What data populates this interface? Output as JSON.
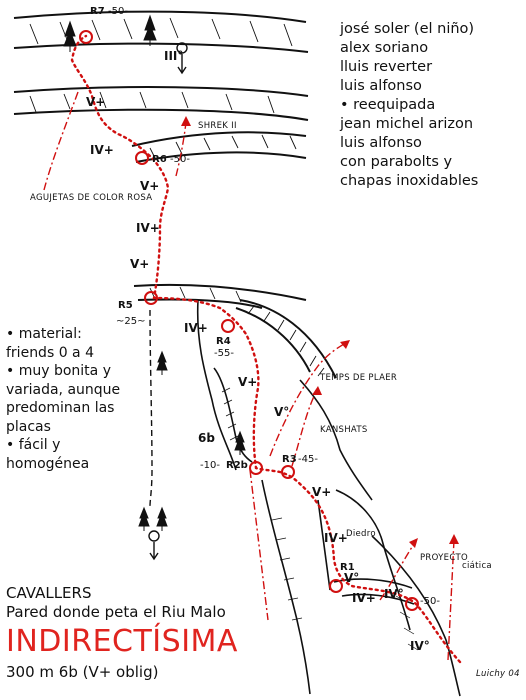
{
  "credits": [
    "josé soler (el niño)",
    "alex soriano",
    "lluis reverter",
    "luis alfonso",
    "• reequipada",
    "jean michel arizon",
    "luis alfonso",
    "con parabolts y",
    "chapas inoxidables"
  ],
  "notes": [
    "• material:",
    "friends 0 a 4",
    "• muy bonita y",
    "variada, aunque",
    "predominan las",
    "placas",
    "• fácil y",
    "homogénea"
  ],
  "caption": {
    "sector": "CAVALLERS",
    "wall": "Pared donde peta el Riu Malo",
    "route": "INDIRECTÍSIMA",
    "grade": "300 m 6b (V+ oblig)"
  },
  "topo": {
    "relays": [
      {
        "name": "R7",
        "length": "-50-"
      },
      {
        "name": "R6",
        "length": "-50-"
      },
      {
        "name": "R5",
        "length": "~25~"
      },
      {
        "name": "R4",
        "length": "-55-"
      },
      {
        "name": "R3",
        "length": "-45-"
      },
      {
        "name": "R2b",
        "length": "-10-"
      },
      {
        "name": "R1",
        "length": "-50-"
      }
    ],
    "grades": [
      "V+",
      "IV+",
      "V+",
      "IV+",
      "V+",
      "IV+",
      "V+",
      "V°",
      "V+",
      "IV+",
      "V°",
      "IV+",
      "IV°",
      "IV°",
      "III°",
      "6b"
    ],
    "neighbor_routes": [
      "SHREK II",
      "AGUJETAS DE COLOR ROSA",
      "TEMPS DE PLAER",
      "KANSHATS",
      "PROYECTO",
      "ciática"
    ],
    "features": [
      "Diedro"
    ],
    "signature": "Luichy 04"
  },
  "colors": {
    "route_red": "#d01010",
    "title_red": "#e0241f",
    "ink": "#111111"
  }
}
